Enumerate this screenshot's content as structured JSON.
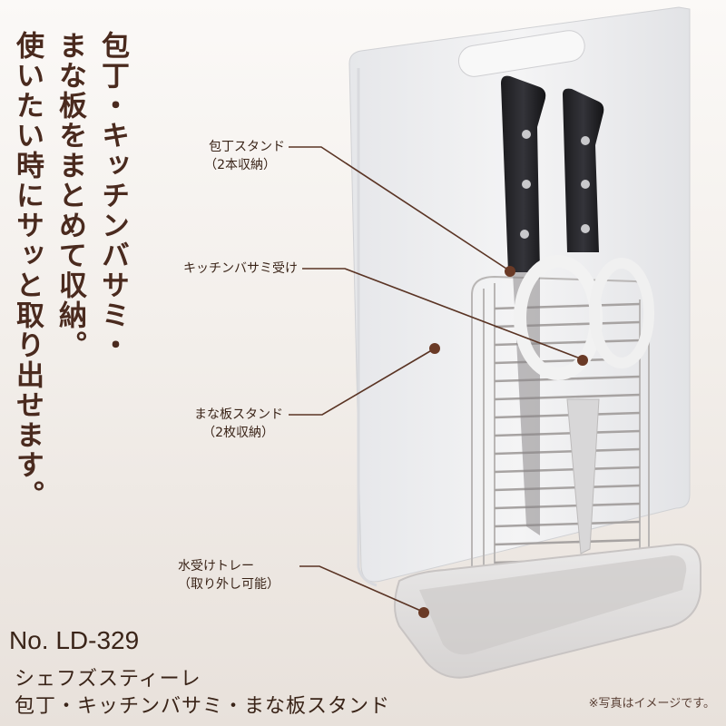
{
  "headline": {
    "columns": [
      "包丁・キッチンバサミ・",
      "まな板をまとめて収納。",
      "使いたい時にサッと取り出せます。"
    ]
  },
  "callouts": {
    "knife_stand": {
      "label": "包丁スタンド",
      "sub": "（2本収納）"
    },
    "scissors_holder": {
      "label": "キッチンバサミ受け"
    },
    "board_stand": {
      "label": "まな板スタンド",
      "sub": "（2枚収納）"
    },
    "drip_tray": {
      "label": "水受けトレー",
      "sub": "（取り外し可能）"
    }
  },
  "product": {
    "model_number": "No. LD-329",
    "series_name": "シェフズスティーレ",
    "product_name": "包丁・キッチンバサミ・まな板スタンド",
    "image_note": "※写真はイメージです。"
  },
  "colors": {
    "text_brown": "#4a2a1e",
    "leader_line": "#5a3424",
    "dot": "#6a3a26",
    "background_top": "#fbf9f7",
    "background_bottom": "#e8e1db"
  }
}
